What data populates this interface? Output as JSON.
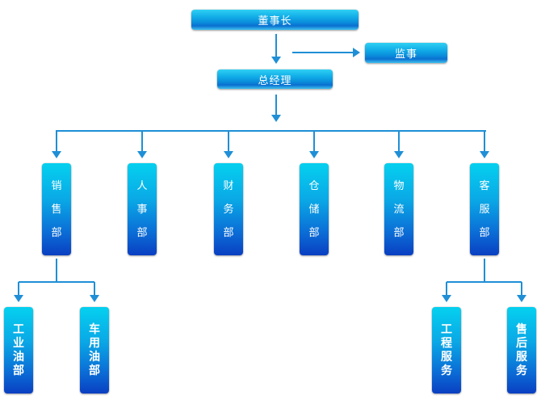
{
  "colors": {
    "connector": "#1f8fd6",
    "node_top": "#05d0ef",
    "node_bottom": "#0a3fc2",
    "text": "#ffffff"
  },
  "top": {
    "chairman": "董事长",
    "supervisor": "监事",
    "general_manager": "总经理"
  },
  "departments": [
    {
      "label": [
        "销",
        "售",
        "部"
      ]
    },
    {
      "label": [
        "人",
        "事",
        "部"
      ]
    },
    {
      "label": [
        "财",
        "务",
        "部"
      ]
    },
    {
      "label": [
        "仓",
        "储",
        "部"
      ]
    },
    {
      "label": [
        "物",
        "流",
        "部"
      ]
    },
    {
      "label": [
        "客",
        "服",
        "部"
      ]
    }
  ],
  "sales_subunits": [
    {
      "label": [
        "工",
        "业",
        "油",
        "部"
      ]
    },
    {
      "label": [
        "车",
        "用",
        "油",
        "部"
      ]
    }
  ],
  "service_subunits": [
    {
      "label": [
        "工",
        "程",
        "服",
        "务"
      ]
    },
    {
      "label": [
        "售",
        "后",
        "服",
        "务"
      ]
    }
  ]
}
